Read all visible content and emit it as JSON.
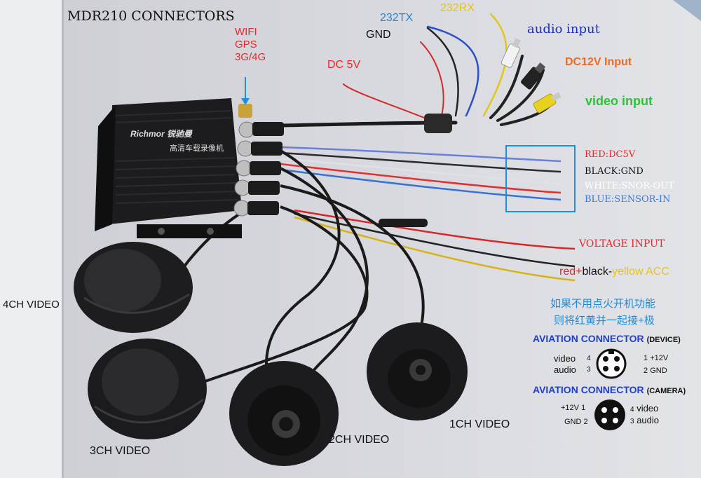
{
  "title": "MDR210  CONNECTORS",
  "antenna_labels": [
    "WIFI",
    "GPS",
    "3G/4G"
  ],
  "cable_labels": {
    "tx232": "232TX",
    "rx232": "232RX",
    "gnd": "GND",
    "dc5v": "DC 5V",
    "audio_input": "audio input",
    "dc12v": "DC12V Input",
    "video_input": "video input"
  },
  "sensor_box": {
    "red": "RED:DC5V",
    "black": "BLACK:GND",
    "white": "WHITE:SNOR-OUT",
    "blue": "BLUE:SENSOR-IN"
  },
  "voltage_input": "VOLTAGE  INPUT",
  "acc": {
    "red": "red+",
    "black": "black-",
    "yellow": "yellow ACC"
  },
  "chinese_note": [
    "如果不用点火开机功能",
    "则将红黄并一起接+极"
  ],
  "device_brand": "Richmor",
  "device_brand_cn": "锐驰曼",
  "device_subtitle": "高清车载录像机",
  "aviation_device": {
    "title": "AVIATION CONNECTOR",
    "suffix": "(DEVICE)",
    "pins": [
      {
        "label": "video",
        "num": "4"
      },
      {
        "label": "audio",
        "num": "3"
      },
      {
        "label": "+12V",
        "num": "1"
      },
      {
        "label": "GND",
        "num": "2"
      }
    ]
  },
  "aviation_camera": {
    "title": "AVIATION CONNECTOR",
    "suffix": "(CAMERA)",
    "pins": [
      {
        "label": "+12V",
        "num": "1"
      },
      {
        "label": "GND",
        "num": "2"
      },
      {
        "label": "video",
        "num": "4"
      },
      {
        "label": "audio",
        "num": "3"
      }
    ]
  },
  "camera_labels": [
    "4CH VIDEO",
    "3CH VIDEO",
    "2CH VIDEO",
    "1CH VIDEO"
  ],
  "colors": {
    "blue_label": "#1f8bd6",
    "red_label": "#e8262b",
    "orange_label": "#f26a1b",
    "green_label": "#2ec23a",
    "yellow_label": "#e8c31a",
    "dark_blue_title": "#1e2fb8",
    "sensor_box": "#1e90e0"
  }
}
